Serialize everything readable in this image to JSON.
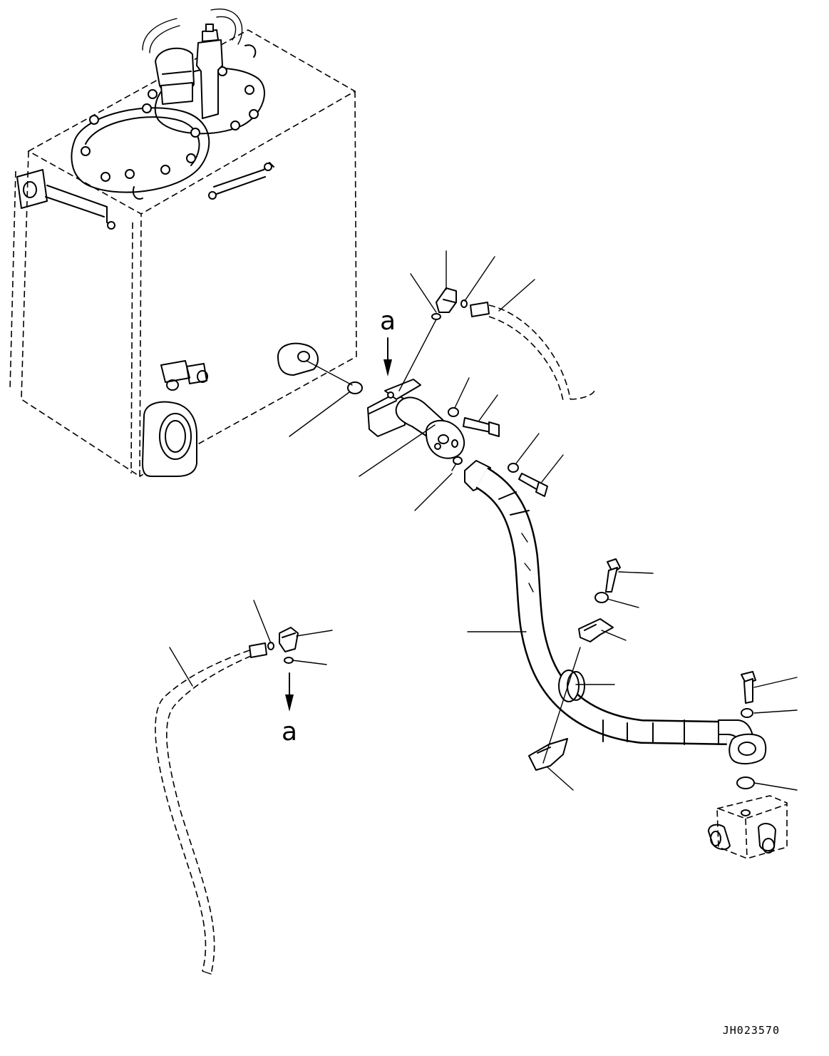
{
  "diagram": {
    "view_labels": {
      "upper_arrow_label": "a",
      "lower_arrow_label": "a"
    },
    "drawing_code": "JH023570"
  }
}
